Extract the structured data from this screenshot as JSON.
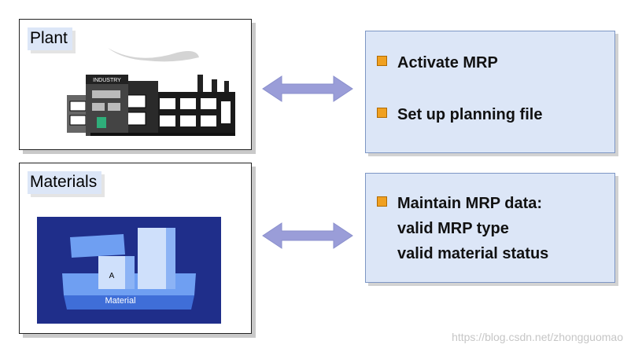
{
  "plant": {
    "label": "Plant",
    "building_sign": "INDUSTRY",
    "icon": "factory-icon"
  },
  "materials": {
    "label": "Materials",
    "block_letter": "A",
    "block_caption": "Material",
    "icon": "material-blocks-icon"
  },
  "panel_top": {
    "items": [
      "Activate MRP",
      "Set up planning file"
    ]
  },
  "panel_bottom": {
    "item_title": "Maintain MRP data:",
    "item_lines": [
      "valid MRP type",
      "valid material status"
    ]
  },
  "colors": {
    "panel_fill": "#dce6f7",
    "bullet": "#f0a020",
    "arrow": "#9a9dd8",
    "materials_bg": "#1f2e8a",
    "block_light": "#cfe0fb",
    "block_mid": "#6f9ff2"
  },
  "watermark": "https://blog.csdn.net/zhongguomao"
}
